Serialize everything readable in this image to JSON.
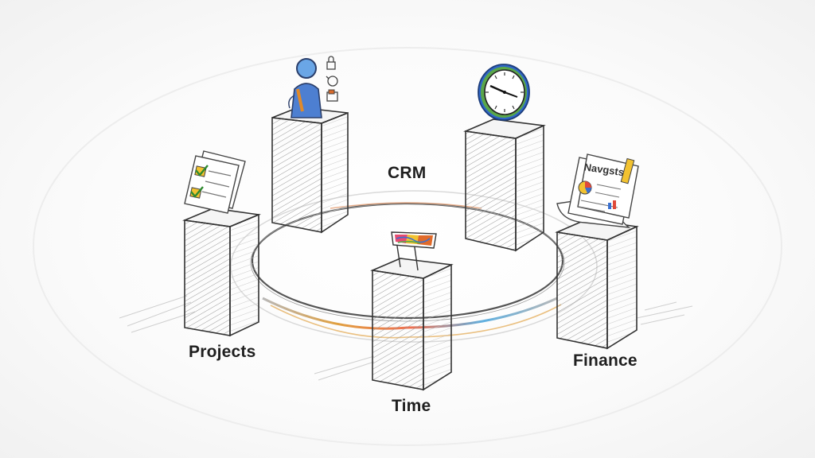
{
  "diagram": {
    "center_ring": {
      "label": "CRM",
      "accent_colors": [
        "#e0a040",
        "#f07050",
        "#60b0e0",
        "#2f66c8"
      ]
    },
    "modules": [
      {
        "id": "projects",
        "label": "Projects",
        "icon": "checklist-document-icon"
      },
      {
        "id": "time",
        "label": "Time",
        "icon": "flag-chart-icon"
      },
      {
        "id": "finance",
        "label": "Finance",
        "icon": "invoice-report-icon",
        "document_title": "Navgsts"
      },
      {
        "id": "people",
        "label": "",
        "icon": "person-with-tools-icon"
      },
      {
        "id": "clock",
        "label": "",
        "icon": "clock-icon"
      }
    ]
  }
}
